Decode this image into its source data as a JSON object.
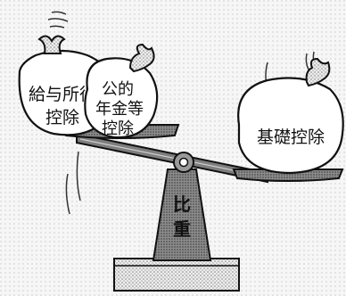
{
  "illustration": {
    "left_bag_1": {
      "line1": "給与所得",
      "line2": "控除"
    },
    "left_bag_2": {
      "line1": "公的",
      "line2": "年金等",
      "line3": "控除"
    },
    "right_bag": {
      "label": "基礎控除"
    },
    "fulcrum": {
      "line1": "比",
      "line2": "重"
    }
  }
}
